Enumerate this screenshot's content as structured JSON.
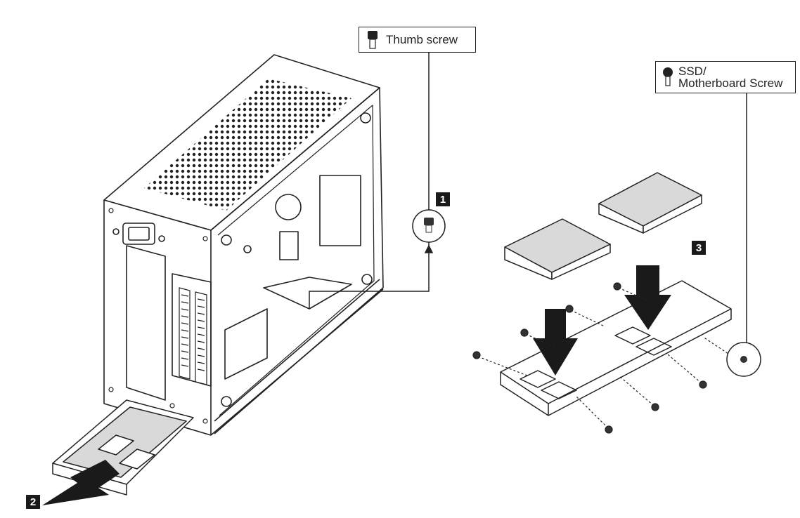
{
  "labels": {
    "thumb_screw": "Thumb screw",
    "ssd_screw_line1": "SSD/",
    "ssd_screw_line2": "Motherboard Screw"
  },
  "steps": {
    "s1": "1",
    "s2": "2",
    "s3": "3"
  },
  "icons": {
    "thumb_screw": "thumb-screw-icon",
    "ssd_screw": "ssd-screw-icon"
  },
  "colors": {
    "line": "#222222",
    "fill_grey": "#d9d9d9",
    "dark": "#1a1a1a"
  }
}
